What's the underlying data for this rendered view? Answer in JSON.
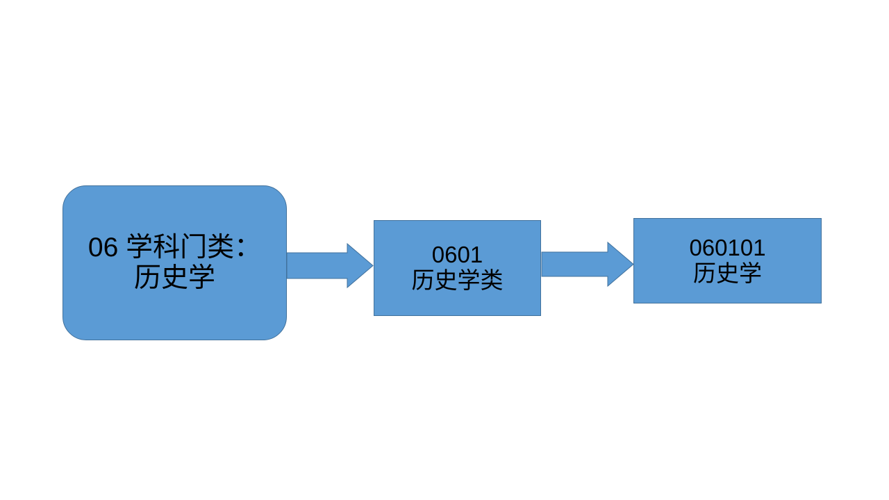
{
  "slide": {
    "background_color": "#FFFFFF",
    "shape_fill_color": "#5B9BD5",
    "shape_border_color": "#41719C",
    "text_color": "#000000"
  },
  "diagram": {
    "type": "flow",
    "direction": "left-to-right",
    "nodes": [
      {
        "id": "category",
        "shape": "rounded-rectangle",
        "code": "06 学科门类：",
        "name": "历史学"
      },
      {
        "id": "class",
        "shape": "rectangle",
        "code": "0601",
        "name": "历史学类"
      },
      {
        "id": "major",
        "shape": "rectangle",
        "code": "060101",
        "name": "历史学"
      }
    ],
    "connectors": [
      {
        "id": "arrow-1",
        "icon": "right-block-arrow-icon",
        "from": "category",
        "to": "class"
      },
      {
        "id": "arrow-2",
        "icon": "right-block-arrow-icon",
        "from": "class",
        "to": "major"
      }
    ]
  }
}
